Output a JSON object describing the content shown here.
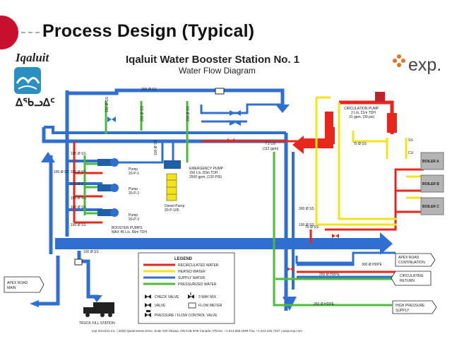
{
  "slide": {
    "title": "Process Design (Typical)"
  },
  "logos": {
    "city_name": "Iqaluit",
    "city_syllabics": "ᐃᖃᓗᐃᑦ",
    "company": "exp."
  },
  "diagram": {
    "title": "Iqaluit Water Booster Station No. 1",
    "subtitle": "Water Flow Diagram",
    "labels": {
      "pipe_top": "200 Ø SS",
      "pipe_150_left": "150 Ø SS",
      "pipe_200_mid": "200 Ø SS",
      "pipe_200_right": "200 Ø SS",
      "pipe_100_a": "100 Ø SS",
      "pipe_150_a": "150 Ø SS",
      "pipe_100_b": "100 Ø SS",
      "pipe_150_b": "150 Ø SS",
      "pipe_100_c": "100 Ø SS",
      "pipe_150_c": "150 Ø SS",
      "pipe_100_d": "100 Ø SS",
      "pipe_150_d": "150 Ø SS",
      "pipe_100_e": "100 Ø SS",
      "pump1": "Pump\n20-P-1",
      "pump1_a": "Pump",
      "pump1_b": "20-P-1",
      "pump2_a": "Pump",
      "pump2_b": "20-P-2",
      "pump3_a": "Pump",
      "pump3_b": "20-P-3",
      "booster_a": "BOOSTER PUMPS",
      "booster_b": "MAX 45 L/s, 66m TDH",
      "emergency_a": "EMERGENCY PUMP",
      "emergency_b": "150 L/s, 83m TDH",
      "emergency_c": "2500 gpm, (120 PSI)",
      "diesel_a": "Diesel Pump",
      "diesel_b": "20-P-105",
      "flow_a": "7.1 L/s",
      "flow_b": "(112 gpm)",
      "circ_a": "CIRCULATION PUMP",
      "circ_b": "2 L/s, 21m TDH",
      "circ_c": "31 gpm, (30 psi)",
      "pipe_75_a": "75 Ø SS",
      "pipe_75_b": "75 Ø SS",
      "pipe_300": "300 Ø SS",
      "pipe_ss": "SS",
      "pipe_cu": "CU",
      "boiler_a": "BOILER A",
      "boiler_b": "BOILER B",
      "boiler_c": "BOILER C",
      "apex_continuation_a": "APEX ROAD",
      "apex_continuation_b": "CONTINUATION",
      "pipe_300_hdpe": "300 Ø HDPE",
      "circ_return_a": "CIRCULATING",
      "circ_return_b": "RETURN",
      "pipe_250_hdpe_a": "250 Ø HDPE",
      "high_pressure_a": "HIGH PRESSURE",
      "high_pressure_b": "SUPPLY",
      "pipe_250_hdpe_b": "250 Ø HDPE",
      "apex_main_a": "APEX ROAD",
      "apex_main_b": "MAIN",
      "pipe_100_truck": "100 Ø SS",
      "truck_fill": "TRUCK FILL STATION"
    },
    "legend": {
      "title": "LEGEND",
      "items": [
        {
          "label": "RECIRCULATED WATER",
          "color": "#e8261c"
        },
        {
          "label": "HEATED WATER",
          "color": "#f5e31a"
        },
        {
          "label": "SUPPLY WATER",
          "color": "#2e6fd1"
        },
        {
          "label": "PRESSURIZED WATER",
          "color": "#4cbb3a"
        }
      ],
      "symbols": {
        "check_valve": "CHECK VALVE",
        "three_way_mix": "3 WAY MIX",
        "valve": "VALVE",
        "flow_meter": "FLOW METER",
        "pfcv": "PRESSURE / FLOW CONTROL VALVE"
      }
    }
  },
  "footer": "exp Services Inc. | 2650 Queensview Drive, Suite 100 Ottawa, ON K2B 8H6 Canada | Phone: +1.613.688.1899 Fax: +1.613.225.7337 | www.exp.com"
}
